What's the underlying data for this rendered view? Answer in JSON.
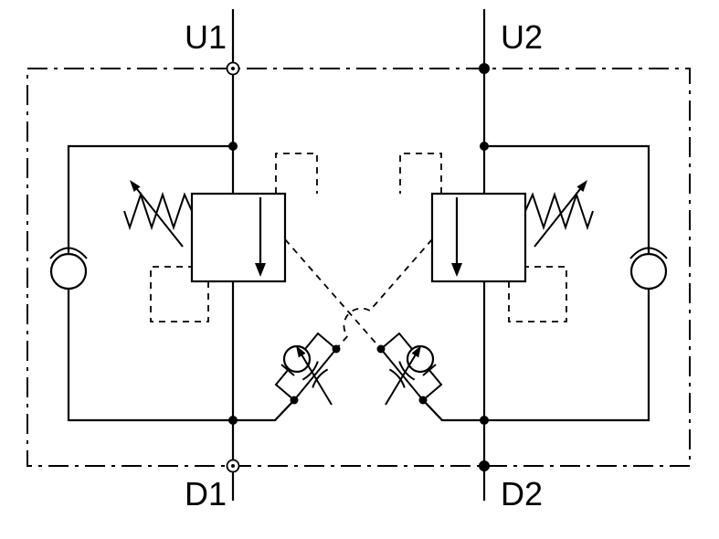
{
  "diagram": {
    "ports": {
      "u1": "U1",
      "u2": "U2",
      "d1": "D1",
      "d2": "D2"
    },
    "colors": {
      "line": "#000000",
      "background": "#ffffff"
    },
    "components": {
      "envelope": "valve-assembly-envelope",
      "left_valve": "counterbalance-cartridge-left",
      "right_valve": "counterbalance-cartridge-right",
      "left_check": "bypass-check-valve-left",
      "right_check": "bypass-check-valve-right",
      "left_pilot": "pilot-throttle-check-left",
      "right_pilot": "pilot-throttle-check-right",
      "cross": "cross-pilot-lines"
    }
  }
}
